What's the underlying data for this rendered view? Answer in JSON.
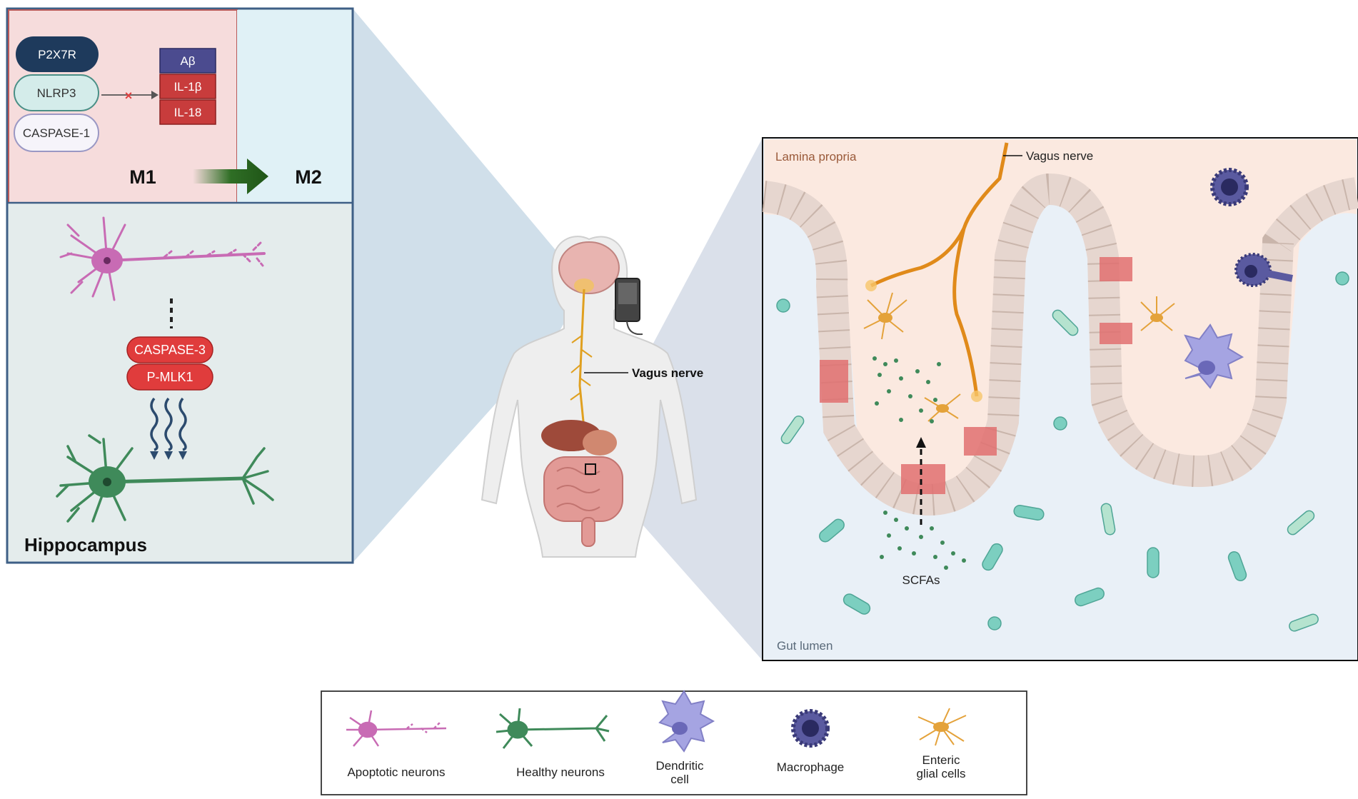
{
  "left_panel": {
    "inflammasome": {
      "p2x7r": "P2X7R",
      "nlrp3": "NLRP3",
      "caspase1": "CASPASE-1",
      "abeta": "Aβ",
      "il1b": "IL-1β",
      "il18": "IL-18"
    },
    "m1": "M1",
    "m2": "M2",
    "caspase3": "CASPASE-3",
    "pmlk1": "P-MLK1",
    "hippocampus": "Hippocampus"
  },
  "center": {
    "vagus_label": "Vagus nerve"
  },
  "gut_panel": {
    "lamina_propria": "Lamina propria",
    "vagus_label": "Vagus nerve",
    "scfas": "SCFAs",
    "gut_lumen": "Gut lumen"
  },
  "legend": {
    "items": [
      {
        "label": "Apoptotic neurons",
        "icon": "apoptotic-neuron-icon"
      },
      {
        "label": "Healthy neurons",
        "icon": "healthy-neuron-icon"
      },
      {
        "label_line1": "Dendritic",
        "label_line2": "cell",
        "icon": "dendritic-cell-icon"
      },
      {
        "label": "Macrophage",
        "icon": "macrophage-icon"
      },
      {
        "label_line1": "Enteric",
        "label_line2": "glial cells",
        "icon": "enteric-glial-icon"
      }
    ]
  },
  "colors": {
    "apoptotic": "#c86bb4",
    "healthy": "#3f8a5a",
    "dendritic": "#9c9be0",
    "macrophage": "#4a4a8c",
    "glial": "#e4a23a",
    "nerve": "#e08a1a",
    "epithelium": "#e8d8d0",
    "red_box": "#c83c3c"
  }
}
